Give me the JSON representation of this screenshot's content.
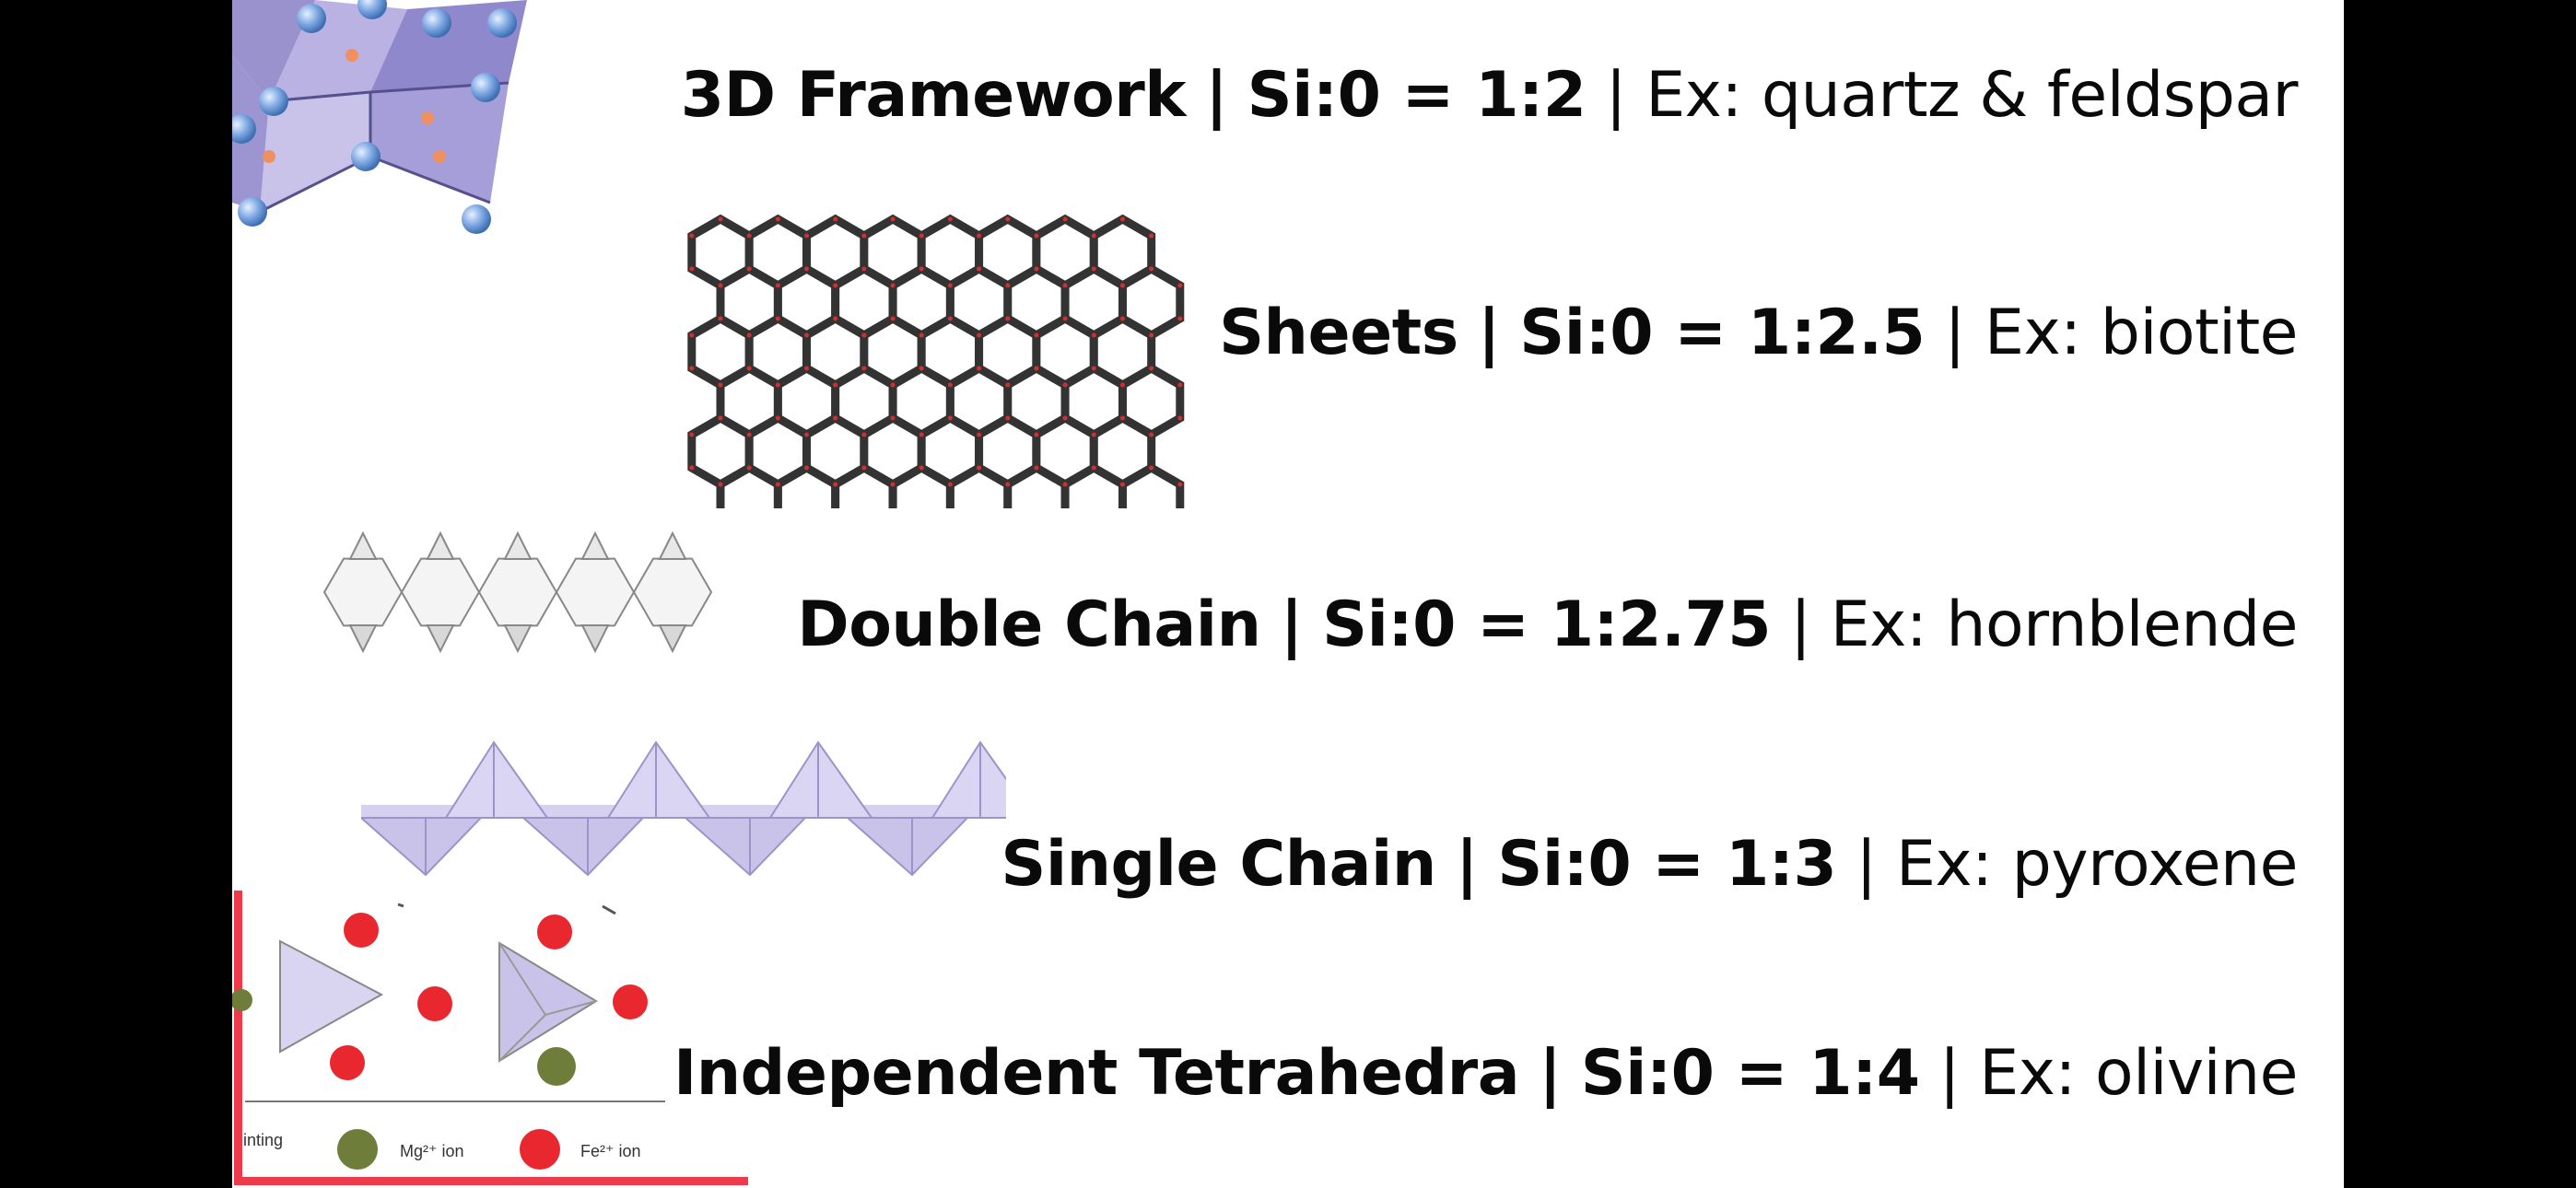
{
  "rows": [
    {
      "type": "3D Framework",
      "ratio": "Si:0 = 1:2",
      "example": "Ex: quartz & feldspar"
    },
    {
      "type": "Sheets",
      "ratio": "Si:0 = 1:2.5",
      "example": "Ex: biotite"
    },
    {
      "type": "Double Chain",
      "ratio": "Si:0 = 1:2.75",
      "example": "Ex: hornblende"
    },
    {
      "type": "Single Chain",
      "ratio": "Si:0 = 1:3",
      "example": "Ex: pyroxene"
    },
    {
      "type": "Independent Tetrahedra",
      "ratio": "Si:0 = 1:4",
      "example": "Ex: olivine"
    }
  ],
  "separator": "|",
  "legend": {
    "pointing": "inting",
    "mg_ion": "Mg²⁺ ion",
    "fe_ion": "Fe²⁺ ion"
  },
  "colors": {
    "background": "#000000",
    "slide": "#ffffff",
    "tetrahedron_fill": "#c9c3ea",
    "framework_sphere": "#6f9fdc",
    "sheet_lattice": "#3a3a3a",
    "red_ion": "#e8282e",
    "mg_ion": "#6f7d3a",
    "highlight_border": "#ee3b4c"
  }
}
